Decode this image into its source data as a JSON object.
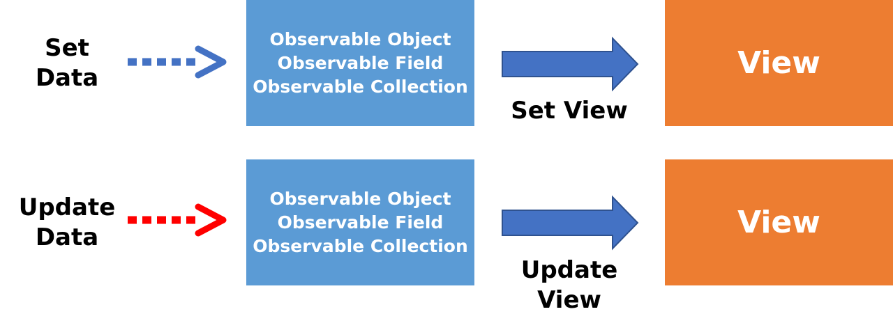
{
  "rows": [
    {
      "input_label": "Set\nData",
      "input_arrow_color": "#4472c4",
      "observable_lines": [
        "Observable Object",
        "Observable Field",
        "Observable Collection"
      ],
      "action_label": "Set View",
      "view_label": "View"
    },
    {
      "input_label": "Update\nData",
      "input_arrow_color": "#ff0000",
      "observable_lines": [
        "Observable Object",
        "Observable Field",
        "Observable Collection"
      ],
      "action_label": "Update\nView",
      "view_label": "View"
    }
  ],
  "colors": {
    "observable_box": "#5b9bd5",
    "view_box": "#ed7d31",
    "block_arrow": "#4472c4",
    "text_dark": "#000000",
    "text_light": "#ffffff"
  }
}
